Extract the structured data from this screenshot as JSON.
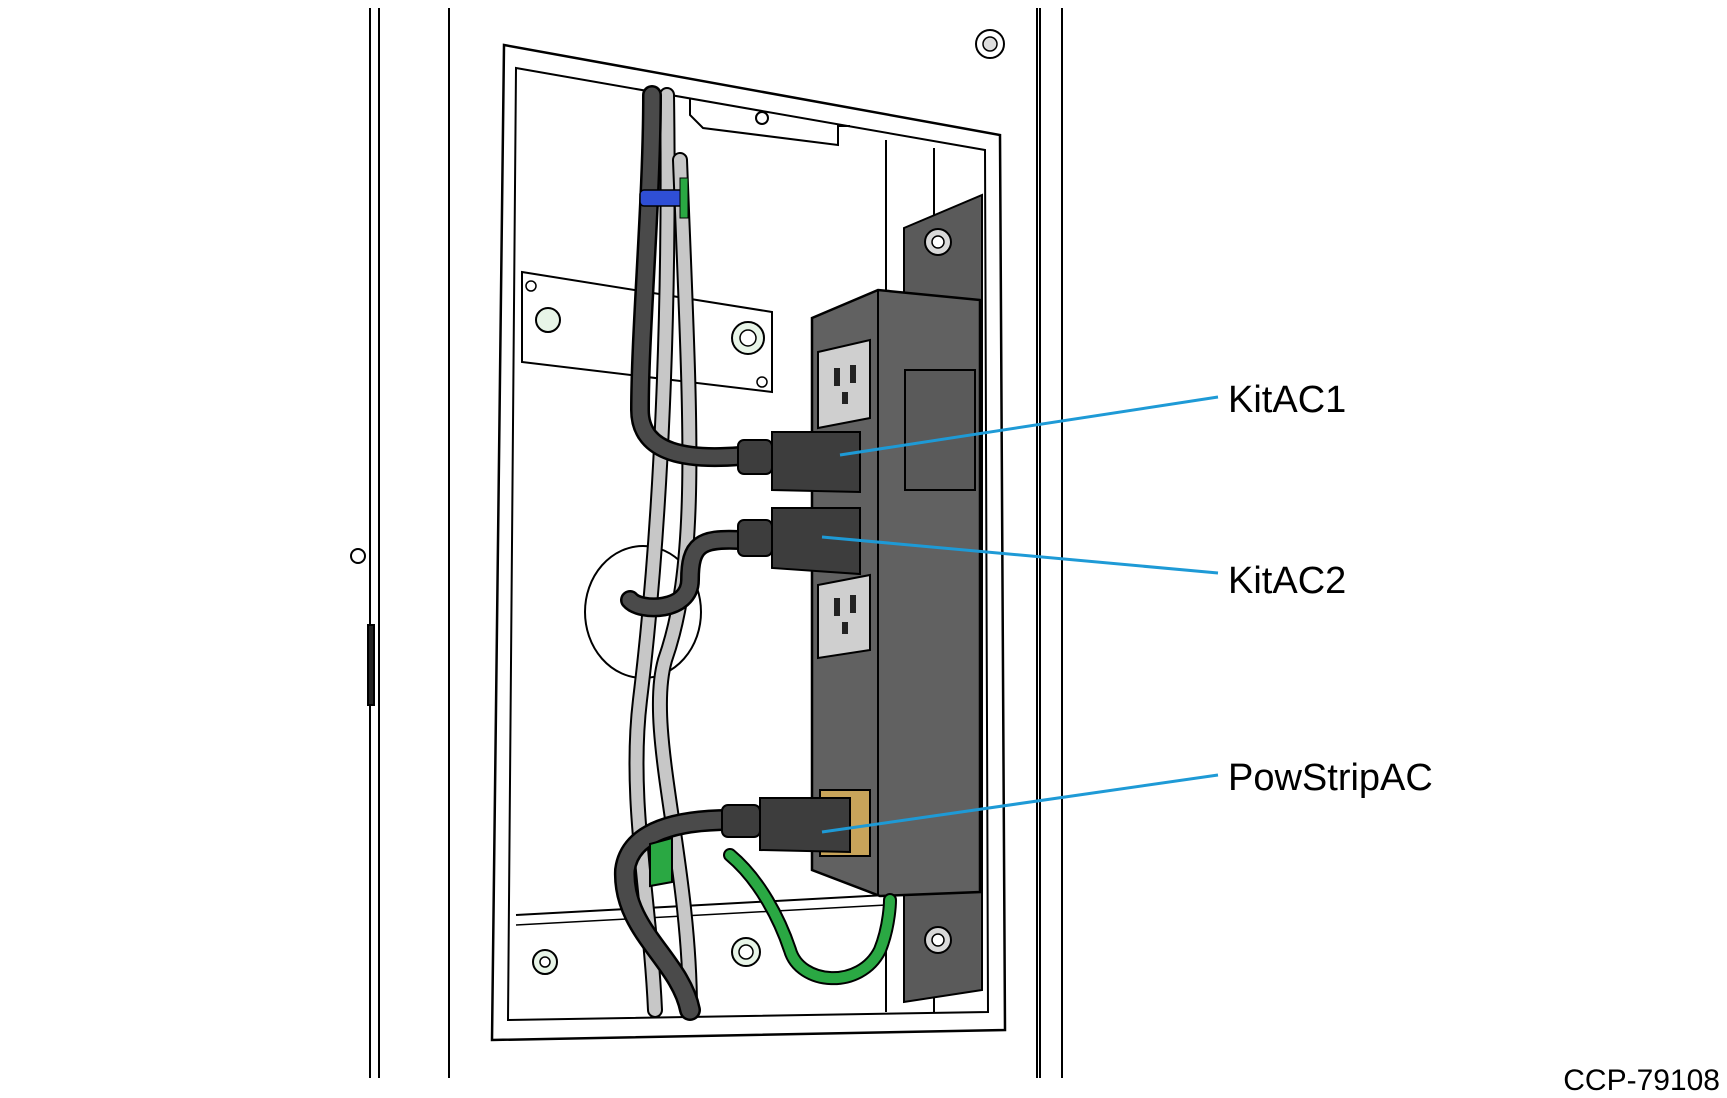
{
  "callouts": [
    {
      "id": "kitac1",
      "label": "KitAC1"
    },
    {
      "id": "kitac2",
      "label": "KitAC2"
    },
    {
      "id": "powstripac",
      "label": "PowStripAC"
    }
  ],
  "figure_id": "CCP-79108",
  "colors": {
    "leader_line": "#1e9ad6",
    "power_strip": "#5f5f5f",
    "cable_dark": "#4a4a4a",
    "cable_light": "#c7c7c7",
    "ground_wire": "#2aa843",
    "cable_tie": "#2f4fd6",
    "inlet_label": "#c8a45a"
  }
}
